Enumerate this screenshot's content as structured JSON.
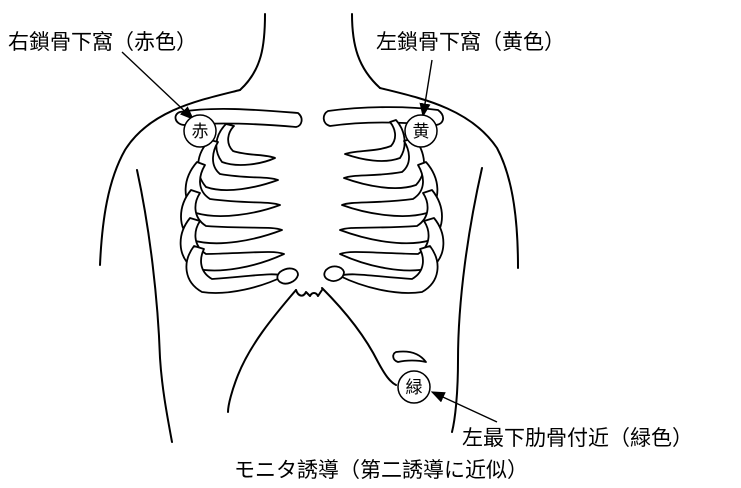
{
  "labels": {
    "right_subclavian": "右鎖骨下窩（赤色）",
    "left_subclavian": "左鎖骨下窩（黄色）",
    "left_lower_rib": "左最下肋骨付近（緑色）",
    "caption": "モニタ誘導（第二誘導に近似）"
  },
  "electrodes": {
    "red": "赤",
    "yellow": "黄",
    "green": "緑"
  },
  "colors": {
    "line": "#000000",
    "background": "#ffffff"
  }
}
